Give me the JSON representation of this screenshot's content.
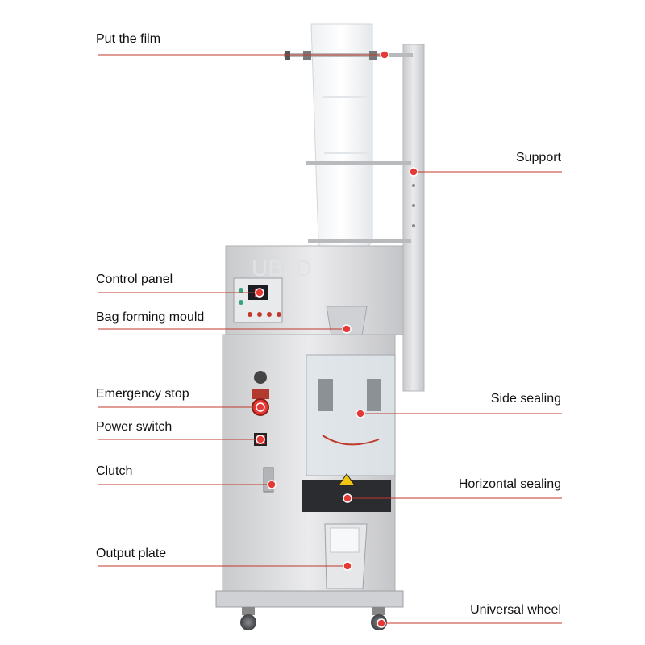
{
  "colors": {
    "line": "#c0392b",
    "dot": "#e53935",
    "metal": "#d9dadc",
    "metal_dark": "#a9abae",
    "background": "#ffffff"
  },
  "icons": [
    "red-marker-dot",
    "emergency-stop-button",
    "power-switch",
    "caster-wheel"
  ],
  "labels": {
    "put_the_film": "Put the film",
    "support": "Support",
    "control_panel": "Control panel",
    "bag_forming_mould": "Bag forming mould",
    "emergency_stop": "Emergency stop",
    "power_switch": "Power switch",
    "clutch": "Clutch",
    "output_plate": "Output plate",
    "side_sealing": "Side sealing",
    "horizontal_sealing": "Horizontal sealing",
    "universal_wheel": "Universal wheel"
  },
  "watermark": "UBLD"
}
